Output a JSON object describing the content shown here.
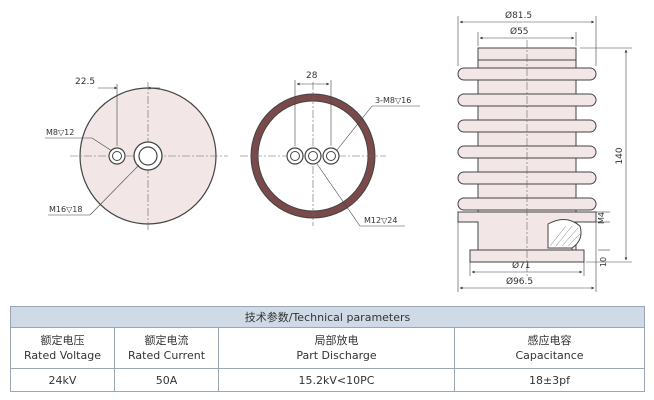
{
  "views": {
    "left": {
      "dim_top": "22.5",
      "label_hole": "M8▽12",
      "label_center": "M16▽18"
    },
    "middle": {
      "dim_top": "28",
      "label_holes": "3-M8▽16",
      "label_center": "M12▽24"
    },
    "right": {
      "dim_outer": "Ø81.5",
      "dim_top": "Ø55",
      "dim_height": "140",
      "dim_m4": "M4",
      "dim_base_h": "10",
      "dim_base": "Ø71",
      "dim_bottom": "Ø96.5"
    }
  },
  "table": {
    "title": "技术参数/Technical parameters",
    "columns": [
      {
        "zh": "额定电压",
        "en": "Rated Voltage",
        "value": "24kV"
      },
      {
        "zh": "额定电流",
        "en": "Rated Current",
        "value": "50A"
      },
      {
        "zh": "局部放电",
        "en": "Part Discharge",
        "value": "15.2kV<10PC"
      },
      {
        "zh": "感应电容",
        "en": "Capacitance",
        "value": "18±3pf"
      }
    ]
  }
}
